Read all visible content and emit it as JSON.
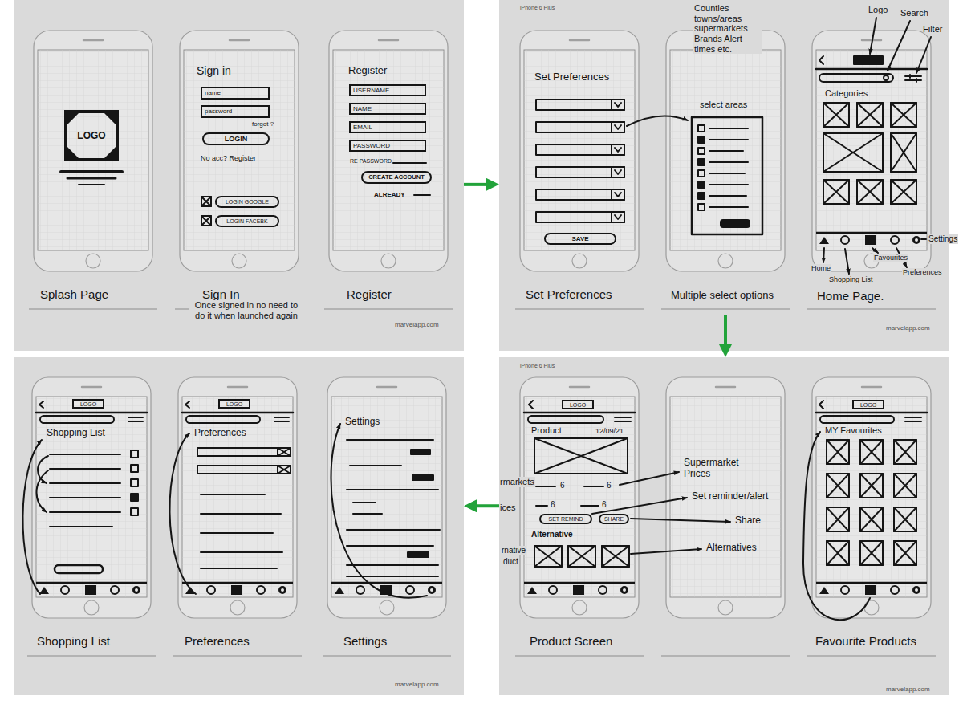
{
  "diagram": {
    "nodes": [
      {
        "text": [
          "marvelapp.com"
        ]
      },
      {
        "text": [
          "Splash Page"
        ],
        "in": 0
      },
      {
        "text": [
          "LOGO"
        ],
        "in": 1
      },
      {
        "text": [
          "Sign in",
          "forgot ?",
          "No acc? Register",
          "Sign In"
        ],
        "in": 0
      },
      {
        "text": [
          "name"
        ],
        "in": 3
      },
      {
        "text": [
          "password"
        ],
        "in": 3
      },
      {
        "text": [
          "LOGIN"
        ],
        "in": 3
      },
      {
        "text": [
          "LOGIN GOOGLE"
        ],
        "in": 3
      },
      {
        "text": [
          "LOGIN FACEBK"
        ],
        "in": 3
      },
      {
        "text": [
          "Register",
          "RE PASSWORD",
          "ALREADY",
          "Register"
        ],
        "in": 0
      },
      {
        "text": [
          "USERNAME"
        ],
        "in": 9
      },
      {
        "text": [
          "NAME"
        ],
        "in": 9
      },
      {
        "text": [
          "EMAIL"
        ],
        "in": 9
      },
      {
        "text": [
          "PASSWORD"
        ],
        "in": 9
      },
      {
        "text": [
          "CREATE ACCOUNT"
        ],
        "in": 9
      },
      {
        "text": [
          "iPhone 6 Plus",
          "marvelapp.com"
        ]
      },
      {
        "text": [
          "Set Preferences",
          "Set Preferences"
        ],
        "in": 15
      },
      {
        "text": [
          "SAVE"
        ],
        "in": 16
      },
      {
        "text": [
          "select areas",
          "Multiple select options"
        ],
        "in": 15
      },
      {
        "text": [
          "Categories",
          "Home Page."
        ],
        "in": 15
      },
      {
        "text": [
          "marvelapp.com"
        ]
      },
      {
        "text": [
          "Shopping List",
          "Shopping List"
        ],
        "in": 20
      },
      {
        "text": [
          "LOGO"
        ],
        "in": 21
      },
      {
        "text": [
          "Preferences",
          "Preferences"
        ],
        "in": 20
      },
      {
        "text": [
          "LOGO"
        ],
        "in": 23
      },
      {
        "text": [
          "Settings",
          "Settings"
        ],
        "in": 20
      },
      {
        "text": [
          "iPhone 6 Plus",
          "marvelapp.com"
        ]
      },
      {
        "text": [
          "Product",
          "12/09/21",
          "6",
          "6",
          "6",
          "6",
          "Alternative",
          "Product Screen"
        ],
        "in": 26
      },
      {
        "text": [
          "LOGO"
        ],
        "in": 27
      },
      {
        "text": [
          "SET REMIND"
        ],
        "in": 27
      },
      {
        "text": [
          "SHARE"
        ],
        "in": 27
      },
      {
        "text": [
          "MY Favourites",
          "Favourite Products"
        ],
        "in": 26
      },
      {
        "text": [
          "LOGO"
        ],
        "in": 31
      }
    ],
    "edges": [
      {
        "from": 0,
        "to": 15,
        "arrow": "to"
      },
      {
        "from": 18,
        "to": 26,
        "arrow": "to"
      },
      {
        "from": 26,
        "to": 20,
        "arrow": "to"
      }
    ],
    "labels": [
      "Once signed in no need to do it when launched again",
      "Counties towns/areas supermarkets Brands Alert times etc.",
      "Logo",
      "Search",
      "Filter",
      "Settings",
      "Home",
      "Favourites",
      "Shopping List",
      "Preferences",
      "rmarkets",
      "ices",
      "rnative",
      "duct",
      "Supermarket Prices",
      "Set reminder/alert",
      "Share",
      "Alternatives"
    ]
  }
}
